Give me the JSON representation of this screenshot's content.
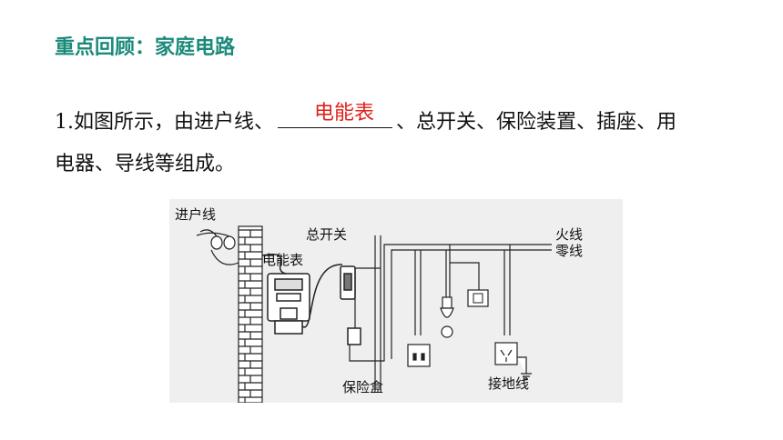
{
  "heading": "重点回顾：家庭电路",
  "question": {
    "line1_before": "1.如图所示，由进户线、",
    "line1_after": "、总开关、保险装置、插座、用",
    "line2": "电器、导线等组成。",
    "answer": "电能表"
  },
  "figure_labels": {
    "service_line": "进户线",
    "main_switch": "总开关",
    "meter": "电能表",
    "live_wire": "火线",
    "neutral_wire": "零线",
    "fuse_box": "保险盒",
    "ground_wire": "接地线"
  },
  "colors": {
    "heading": "#1a8a7a",
    "answer": "#e0201a",
    "figure_bg": "#efefef"
  }
}
